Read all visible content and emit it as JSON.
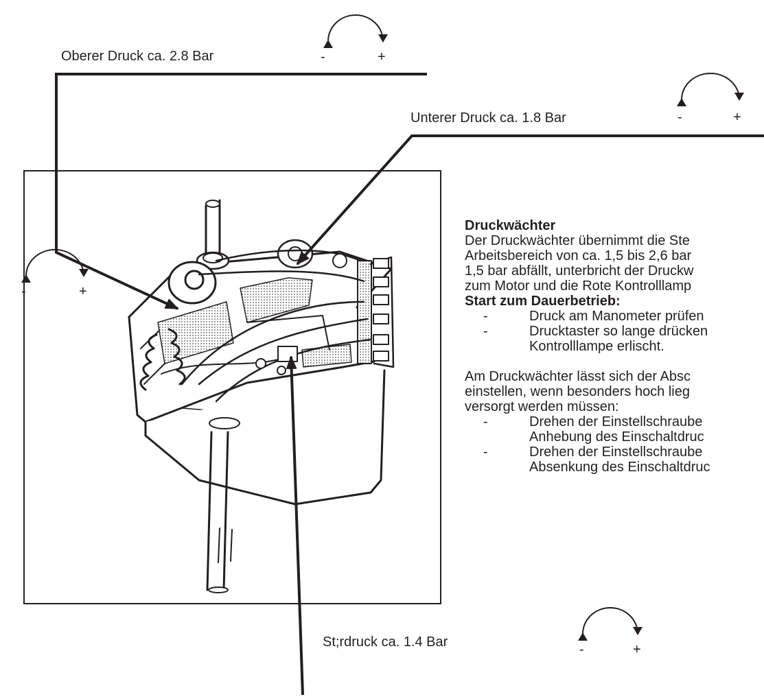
{
  "labels": {
    "upper_pressure": "Oberer Druck ca. 2.8 Bar",
    "lower_pressure": "Unterer Druck ca. 1.8 Bar",
    "fault_pressure": "St;rdruck ca. 1.4 Bar",
    "minus": "-",
    "plus": "+"
  },
  "text_block": {
    "heading": "Druckwächter",
    "intro_lines": [
      "Der Druckwächter übernimmt die Ste",
      "Arbeitsbereich von ca. 1,5 bis 2,6 bar",
      "1,5 bar abfällt, unterbricht der Druckw",
      "zum Motor und die Rote Kontrolllamp"
    ],
    "start_heading": "Start zum Dauerbetrieb:",
    "start_items": [
      [
        "Druck am Manometer prüfen"
      ],
      [
        "Drucktaster so lange drücken",
        "Kontrolllampe erlischt."
      ]
    ],
    "adjust_lines": [
      "Am Druckwächter lässt sich der Absc",
      "einstellen, wenn besonders hoch lieg",
      "versorgt werden müssen:"
    ],
    "adjust_items": [
      [
        "Drehen der Einstellschraube",
        "Anhebung des Einschaltdruc"
      ],
      [
        "Drehen der Einstellschraube",
        "Absenkung des Einschaltdruc"
      ]
    ],
    "dash": "-"
  },
  "colors": {
    "line": "#231f20",
    "text": "#231f20",
    "background": "#ffffff"
  }
}
